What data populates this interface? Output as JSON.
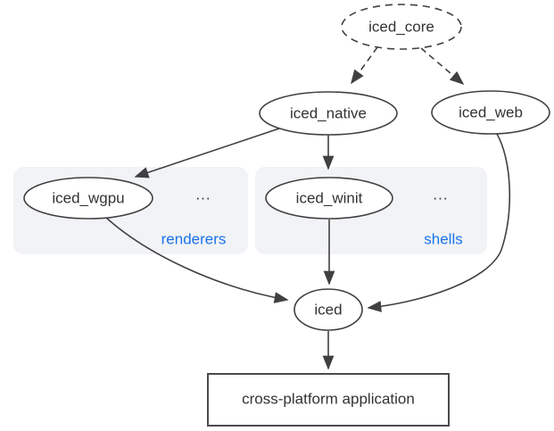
{
  "diagram": {
    "nodes": {
      "iced_core": {
        "label": "iced_core",
        "shape": "ellipse",
        "border": "dashed"
      },
      "iced_native": {
        "label": "iced_native",
        "shape": "ellipse",
        "border": "solid"
      },
      "iced_web": {
        "label": "iced_web",
        "shape": "ellipse",
        "border": "solid"
      },
      "iced_wgpu": {
        "label": "iced_wgpu",
        "shape": "ellipse",
        "border": "solid"
      },
      "iced_winit": {
        "label": "iced_winit",
        "shape": "ellipse",
        "border": "solid"
      },
      "iced": {
        "label": "iced",
        "shape": "ellipse",
        "border": "solid"
      },
      "app": {
        "label": "cross-platform application",
        "shape": "rect",
        "border": "solid"
      }
    },
    "groups": {
      "renderers": {
        "label": "renderers",
        "ellipsis": "...",
        "members": [
          "iced_wgpu"
        ]
      },
      "shells": {
        "label": "shells",
        "ellipsis": "...",
        "members": [
          "iced_winit"
        ]
      }
    },
    "edges": [
      {
        "from": "iced_core",
        "to": "iced_native",
        "style": "dashed",
        "arrow": true
      },
      {
        "from": "iced_core",
        "to": "iced_web",
        "style": "dashed",
        "arrow": true
      },
      {
        "from": "iced_native",
        "to": "iced_wgpu",
        "style": "solid",
        "arrow": true
      },
      {
        "from": "iced_native",
        "to": "iced_winit",
        "style": "solid",
        "arrow": true
      },
      {
        "from": "iced_wgpu",
        "to": "iced",
        "style": "solid",
        "arrow": true
      },
      {
        "from": "iced_winit",
        "to": "iced",
        "style": "solid",
        "arrow": true
      },
      {
        "from": "iced_web",
        "to": "iced",
        "style": "solid",
        "arrow": true
      },
      {
        "from": "iced",
        "to": "app",
        "style": "solid",
        "arrow": true
      }
    ],
    "colors": {
      "stroke": "#404040",
      "text": "#333333",
      "group_fill": "#f1f3f6",
      "group_label": "#1a73e8",
      "background": "#ffffff"
    }
  }
}
